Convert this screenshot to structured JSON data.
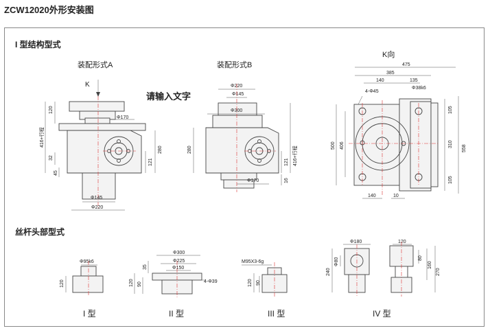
{
  "page_title": "ZCW12020外形安装图",
  "sections": {
    "structure_title": "I 型结构型式",
    "screw_head_title": "丝杆头部型式"
  },
  "views": {
    "a_label": "装配形式A",
    "b_label": "装配形式B",
    "k_label": "K向",
    "k_arrow": "K",
    "overlay_note": "请输入文字"
  },
  "dims_a": {
    "d170": "Φ170",
    "d145": "Φ145",
    "d220": "Φ220",
    "h120": "120",
    "stroke": "416+行程",
    "h32": "32",
    "h45": "45",
    "h280": "280",
    "h121": "121"
  },
  "dims_b": {
    "d220": "Φ220",
    "d145": "Φ145",
    "d300": "Φ300",
    "d170": "Φ170",
    "h280": "280",
    "h121": "121",
    "h16": "16",
    "stroke": "416+行程"
  },
  "dims_k": {
    "w475": "475",
    "w385": "385",
    "w140": "140",
    "w135": "135",
    "holes": "4-Φ45",
    "d38k6": "Φ38k6",
    "h500": "500",
    "h406": "406",
    "h105a": "105",
    "h310": "310",
    "h558": "558",
    "h105b": "105",
    "b140": "140",
    "b10": "10"
  },
  "heads": {
    "t1_label": "I 型",
    "t2_label": "II 型",
    "t3_label": "III 型",
    "t4_label": "IV 型",
    "t1_d": "Φ95k6",
    "t1_h": "120",
    "t2_d300": "Φ300",
    "t2_d225": "Φ225",
    "t2_d150": "Φ150",
    "t2_h35": "35",
    "t2_h120": "120",
    "t2_h90": "90",
    "t2_holes": "4-Φ39",
    "t3_thread": "M95X3-6g",
    "t3_h120": "120",
    "t3_h90": "90",
    "t4_d180": "Φ180",
    "t4_d80": "Φ80",
    "t4_h240": "240",
    "t4_w120": "120",
    "t4_h80": "80",
    "t4_h160": "160",
    "t4_h270": "270"
  }
}
